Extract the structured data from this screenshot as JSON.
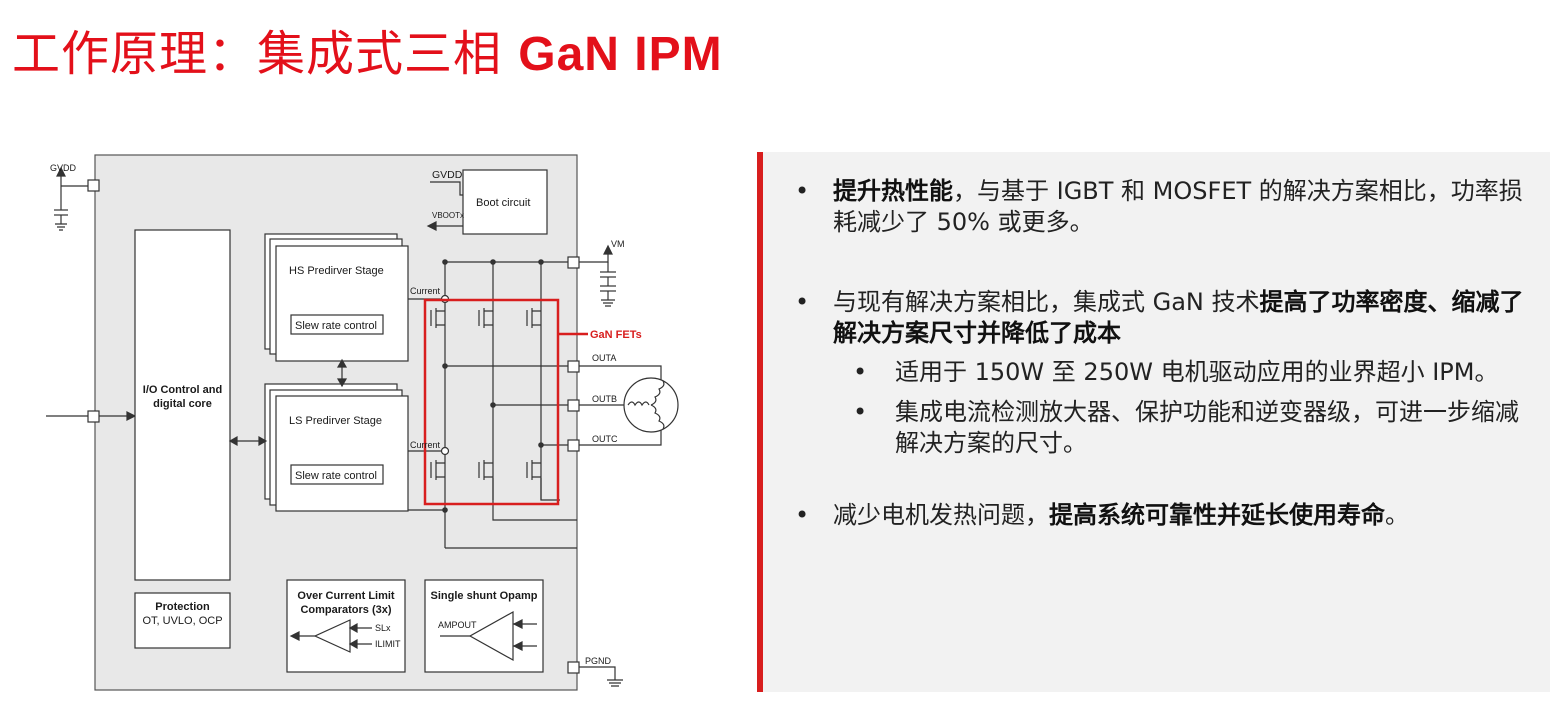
{
  "header": {
    "title_cn": "工作原理：集成式三相 ",
    "title_en": "GaN IPM"
  },
  "diagram": {
    "labels": {
      "gvdd_left": "GVDD",
      "gvdd_boot": "GVDD",
      "vboot": "VBOOTx",
      "boot_circuit": "Boot circuit",
      "hs_stage": "HS Predirver Stage",
      "ls_stage": "LS Predirver Stage",
      "slew_hs": "Slew rate control",
      "slew_ls": "Slew rate control",
      "current_hs": "Current",
      "current_ls": "Current",
      "io_control_1": "I/O Control and",
      "io_control_2": "digital core",
      "protection_1": "Protection",
      "protection_2": "OT, UVLO, OCP",
      "ocl_1": "Over Current Limit",
      "ocl_2": "Comparators (3x)",
      "slx": "SLx",
      "ilimit": "ILIMIT",
      "opamp": "Single shunt Opamp",
      "ampout": "AMPOUT",
      "vm": "VM",
      "gan_fets": "GaN FETs",
      "outa": "OUTA",
      "outb": "OUTB",
      "outc": "OUTC",
      "pgnd": "PGND"
    },
    "colors": {
      "block_fill": "#e8e8e8",
      "highlight": "#d81e1e"
    }
  },
  "bullets": {
    "b1": {
      "bold": "提升热性能",
      "rest": "，与基于 IGBT 和 MOSFET 的解决方案相比，功率损耗减少了 50% 或更多。"
    },
    "b2": {
      "plain": "与现有解决方案相比，集成式 GaN 技术",
      "bold": "提高了功率密度、缩减了解决方案尺寸并降低了成本"
    },
    "b2_sub1": "适用于 150W 至 250W 电机驱动应用的业界超小 IPM。",
    "b2_sub2": "集成电流检测放大器、保护功能和逆变器级，可进一步缩减解决方案的尺寸。",
    "b3": {
      "plain": "减少电机发热问题，",
      "bold": "提高系统可靠性并延长使用寿命",
      "end": "。"
    },
    "bullet_char": "•"
  }
}
